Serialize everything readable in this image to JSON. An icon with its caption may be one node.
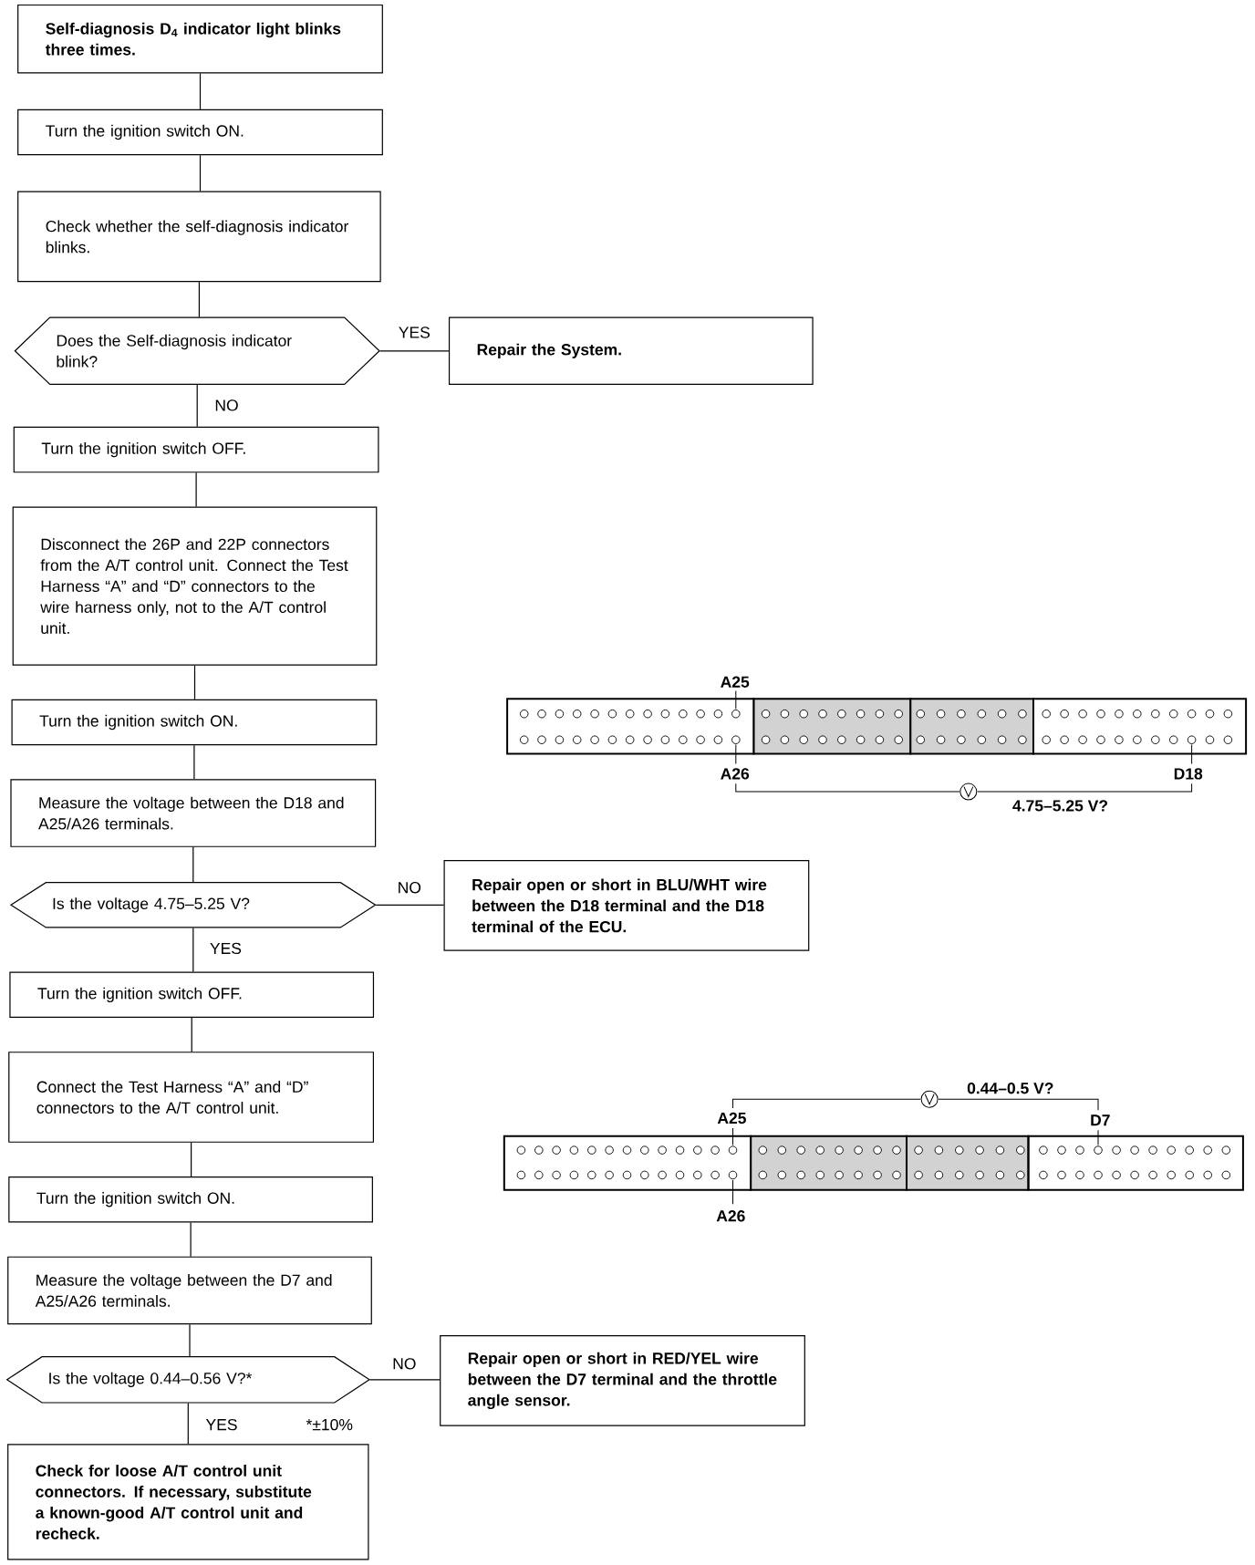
{
  "diagram": {
    "nodes": [
      {
        "text": [
          "Self-diagnosis D$_{4}$ indicator light blinks three times."
        ]
      },
      {
        "text": [
          "Turn the ignition switch ON."
        ]
      },
      {
        "text": [
          "Check whether the self-diagnosis indicator blinks."
        ]
      },
      {
        "text": [
          "Does the Self-diagnosis indicator blink?"
        ]
      },
      {
        "text": [
          "Repair the System."
        ]
      },
      {
        "text": [
          "Turn the ignition switch OFF."
        ]
      },
      {
        "text": [
          "Disconnect the 26P and 22P connectors from the A/T control unit. Connect the Test Harness “A” and “D” connectors to the wire harness only, not to the A/T control unit."
        ]
      },
      {
        "text": [
          "Turn the ignition switch ON."
        ]
      },
      {
        "text": [
          "Measure the voltage between the D18 and A25/A26 terminals."
        ]
      },
      {
        "text": [
          "Is the voltage 4.75–5.25 V?"
        ]
      },
      {
        "text": [
          "Repair open or short in BLU/WHT wire between the D18 terminal and the D18 terminal of the ECU."
        ]
      },
      {
        "text": [
          "Turn the ignition switch OFF."
        ]
      },
      {
        "text": [
          "Connect the Test Harness “A” and “D” connectors to the A/T control unit."
        ]
      },
      {
        "text": [
          "Turn the ignition switch ON."
        ]
      },
      {
        "text": [
          "Measure the voltage between the D7 and A25/A26 terminals."
        ]
      },
      {
        "text": [
          "Is the voltage 0.44–0.56 V?*"
        ]
      },
      {
        "text": [
          "Repair open or short in RED/YEL wire between the D7 terminal and the throttle angle sensor."
        ]
      },
      {
        "text": [
          "Check for loose A/T control unit connectors. If necessary, substitute a known-good A/T control unit and recheck."
        ]
      }
    ],
    "edges": [
      {
        "from": 0,
        "to": 1,
        "arrow": "none"
      },
      {
        "from": 1,
        "to": 2,
        "arrow": "none"
      },
      {
        "from": 2,
        "to": 3,
        "arrow": "none"
      },
      {
        "from": 3,
        "to": 4,
        "arrow": "none",
        "label": "YES"
      },
      {
        "from": 3,
        "to": 5,
        "arrow": "none",
        "label": "NO"
      },
      {
        "from": 5,
        "to": 6,
        "arrow": "none"
      },
      {
        "from": 6,
        "to": 7,
        "arrow": "none"
      },
      {
        "from": 7,
        "to": 8,
        "arrow": "none"
      },
      {
        "from": 8,
        "to": 9,
        "arrow": "none"
      },
      {
        "from": 9,
        "to": 10,
        "arrow": "none",
        "label": "NO"
      },
      {
        "from": 9,
        "to": 11,
        "arrow": "none",
        "label": "YES"
      },
      {
        "from": 11,
        "to": 12,
        "arrow": "none"
      },
      {
        "from": 12,
        "to": 13,
        "arrow": "none"
      },
      {
        "from": 13,
        "to": 14,
        "arrow": "none"
      },
      {
        "from": 14,
        "to": 15,
        "arrow": "none"
      },
      {
        "from": 15,
        "to": 16,
        "arrow": "none",
        "label": "NO"
      },
      {
        "from": 15,
        "to": 17,
        "arrow": "none",
        "label": "YES"
      }
    ],
    "labels": [
      "A25",
      "A26",
      "D18",
      "4.75–5.25 V?",
      "0.44–0.5 V?",
      "A25",
      "D7",
      "A26",
      "*±10%"
    ]
  }
}
